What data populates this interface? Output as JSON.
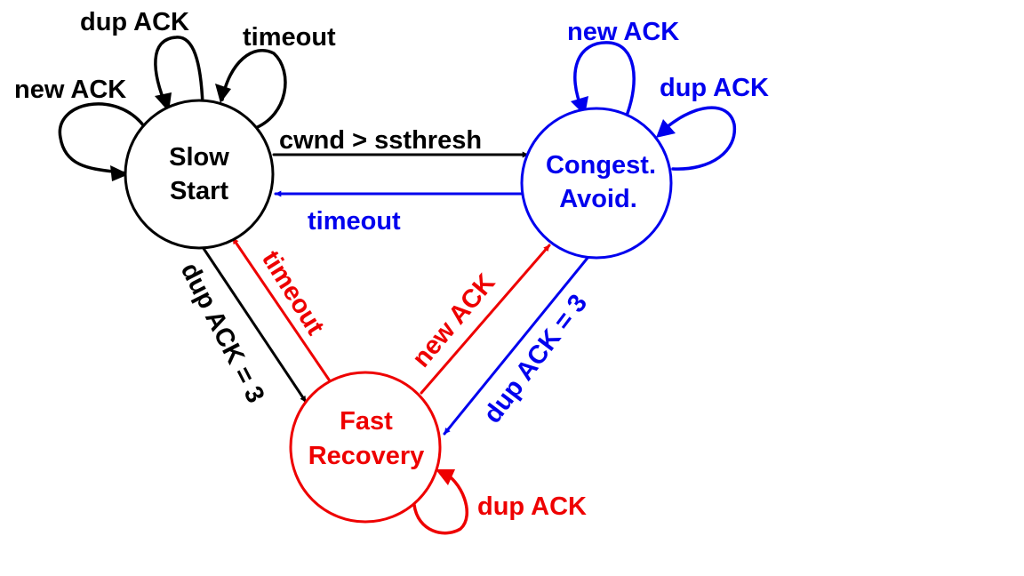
{
  "colors": {
    "black": "#000000",
    "blue": "#0000ee",
    "red": "#ee0000"
  },
  "states": {
    "slow_start": {
      "line1": "Slow",
      "line2": "Start"
    },
    "congestion_avoidance": {
      "line1": "Congest.",
      "line2": "Avoid."
    },
    "fast_recovery": {
      "line1": "Fast",
      "line2": "Recovery"
    }
  },
  "transitions": {
    "ss_new_ack": "new ACK",
    "ss_dup_ack": "dup ACK",
    "ss_timeout": "timeout",
    "ss_to_ca": "cwnd > ssthresh",
    "ca_to_ss": "timeout",
    "ca_new_ack": "new ACK",
    "ca_dup_ack": "dup ACK",
    "ss_to_fr": "dup ACK = 3",
    "fr_to_ss": "timeout",
    "fr_to_ca": "new ACK",
    "ca_to_fr": "dup ACK = 3",
    "fr_dup_ack": "dup ACK"
  }
}
